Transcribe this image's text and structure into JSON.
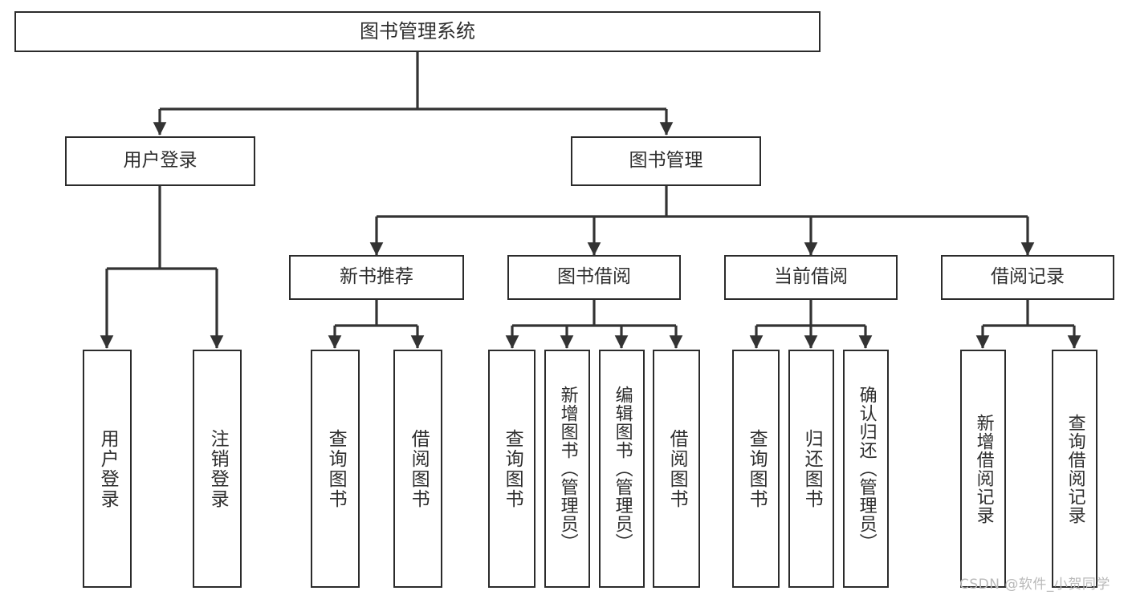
{
  "diagram": {
    "type": "tree-hierarchy",
    "title": "图书管理系统",
    "orientation": "top-down",
    "colors": {
      "border": "#2b2b2b",
      "text": "#2e2e2e",
      "background": "#ffffff",
      "connector": "#333333",
      "watermark": "#b9b9b9"
    },
    "nodes": {
      "root": {
        "label": "图书管理系统"
      },
      "level2": [
        {
          "id": "user-login",
          "label": "用户登录"
        },
        {
          "id": "book-manage",
          "label": "图书管理"
        }
      ],
      "level3": [
        {
          "id": "new-book-recommend",
          "label": "新书推荐"
        },
        {
          "id": "book-borrow",
          "label": "图书借阅"
        },
        {
          "id": "current-borrow",
          "label": "当前借阅"
        },
        {
          "id": "borrow-record",
          "label": "借阅记录"
        }
      ],
      "leaves": {
        "user-login": [
          {
            "id": "leaf-user-login",
            "label": "用户登录"
          },
          {
            "id": "leaf-logout-login",
            "label": "注销登录"
          }
        ],
        "new-book-recommend": [
          {
            "id": "leaf-query-book-1",
            "label": "查询图书"
          },
          {
            "id": "leaf-borrow-book-1",
            "label": "借阅图书"
          }
        ],
        "book-borrow": [
          {
            "id": "leaf-query-book-2",
            "label": "查询图书"
          },
          {
            "id": "leaf-add-book-admin",
            "label": "新增图书（管理员）"
          },
          {
            "id": "leaf-edit-book-admin",
            "label": "编辑图书（管理员）"
          },
          {
            "id": "leaf-borrow-book-2",
            "label": "借阅图书"
          }
        ],
        "current-borrow": [
          {
            "id": "leaf-query-book-3",
            "label": "查询图书"
          },
          {
            "id": "leaf-return-book",
            "label": "归还图书"
          },
          {
            "id": "leaf-confirm-return-admin",
            "label": "确认归还（管理员）"
          }
        ],
        "borrow-record": [
          {
            "id": "leaf-add-borrow-record",
            "label": "新增借阅记录"
          },
          {
            "id": "leaf-query-borrow-record",
            "label": "查询借阅记录"
          }
        ]
      }
    }
  },
  "watermark": {
    "text": "CSDN @软件_小贺同学"
  }
}
